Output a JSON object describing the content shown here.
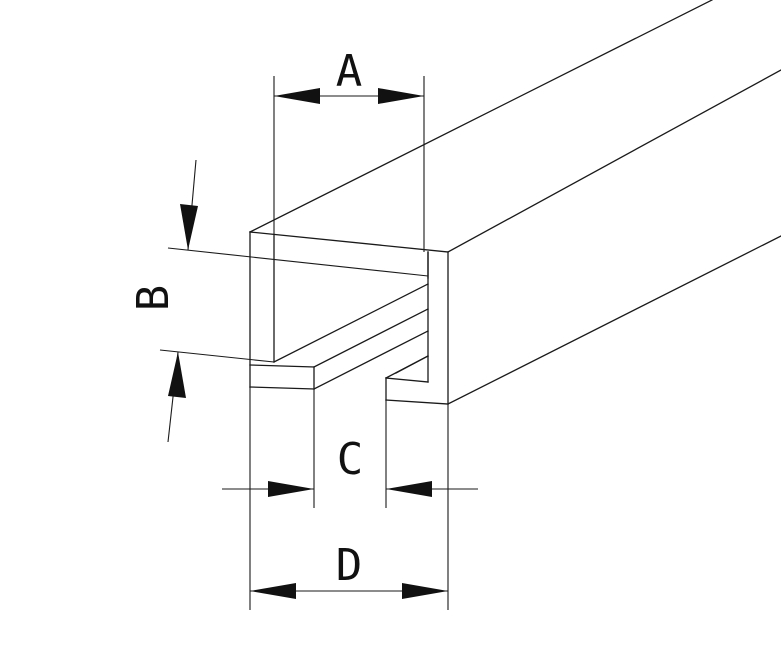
{
  "diagram": {
    "stroke_color": "#1a1a1a",
    "background": "#ffffff",
    "labels": {
      "a": "A",
      "b": "B",
      "c": "C",
      "d": "D"
    }
  }
}
